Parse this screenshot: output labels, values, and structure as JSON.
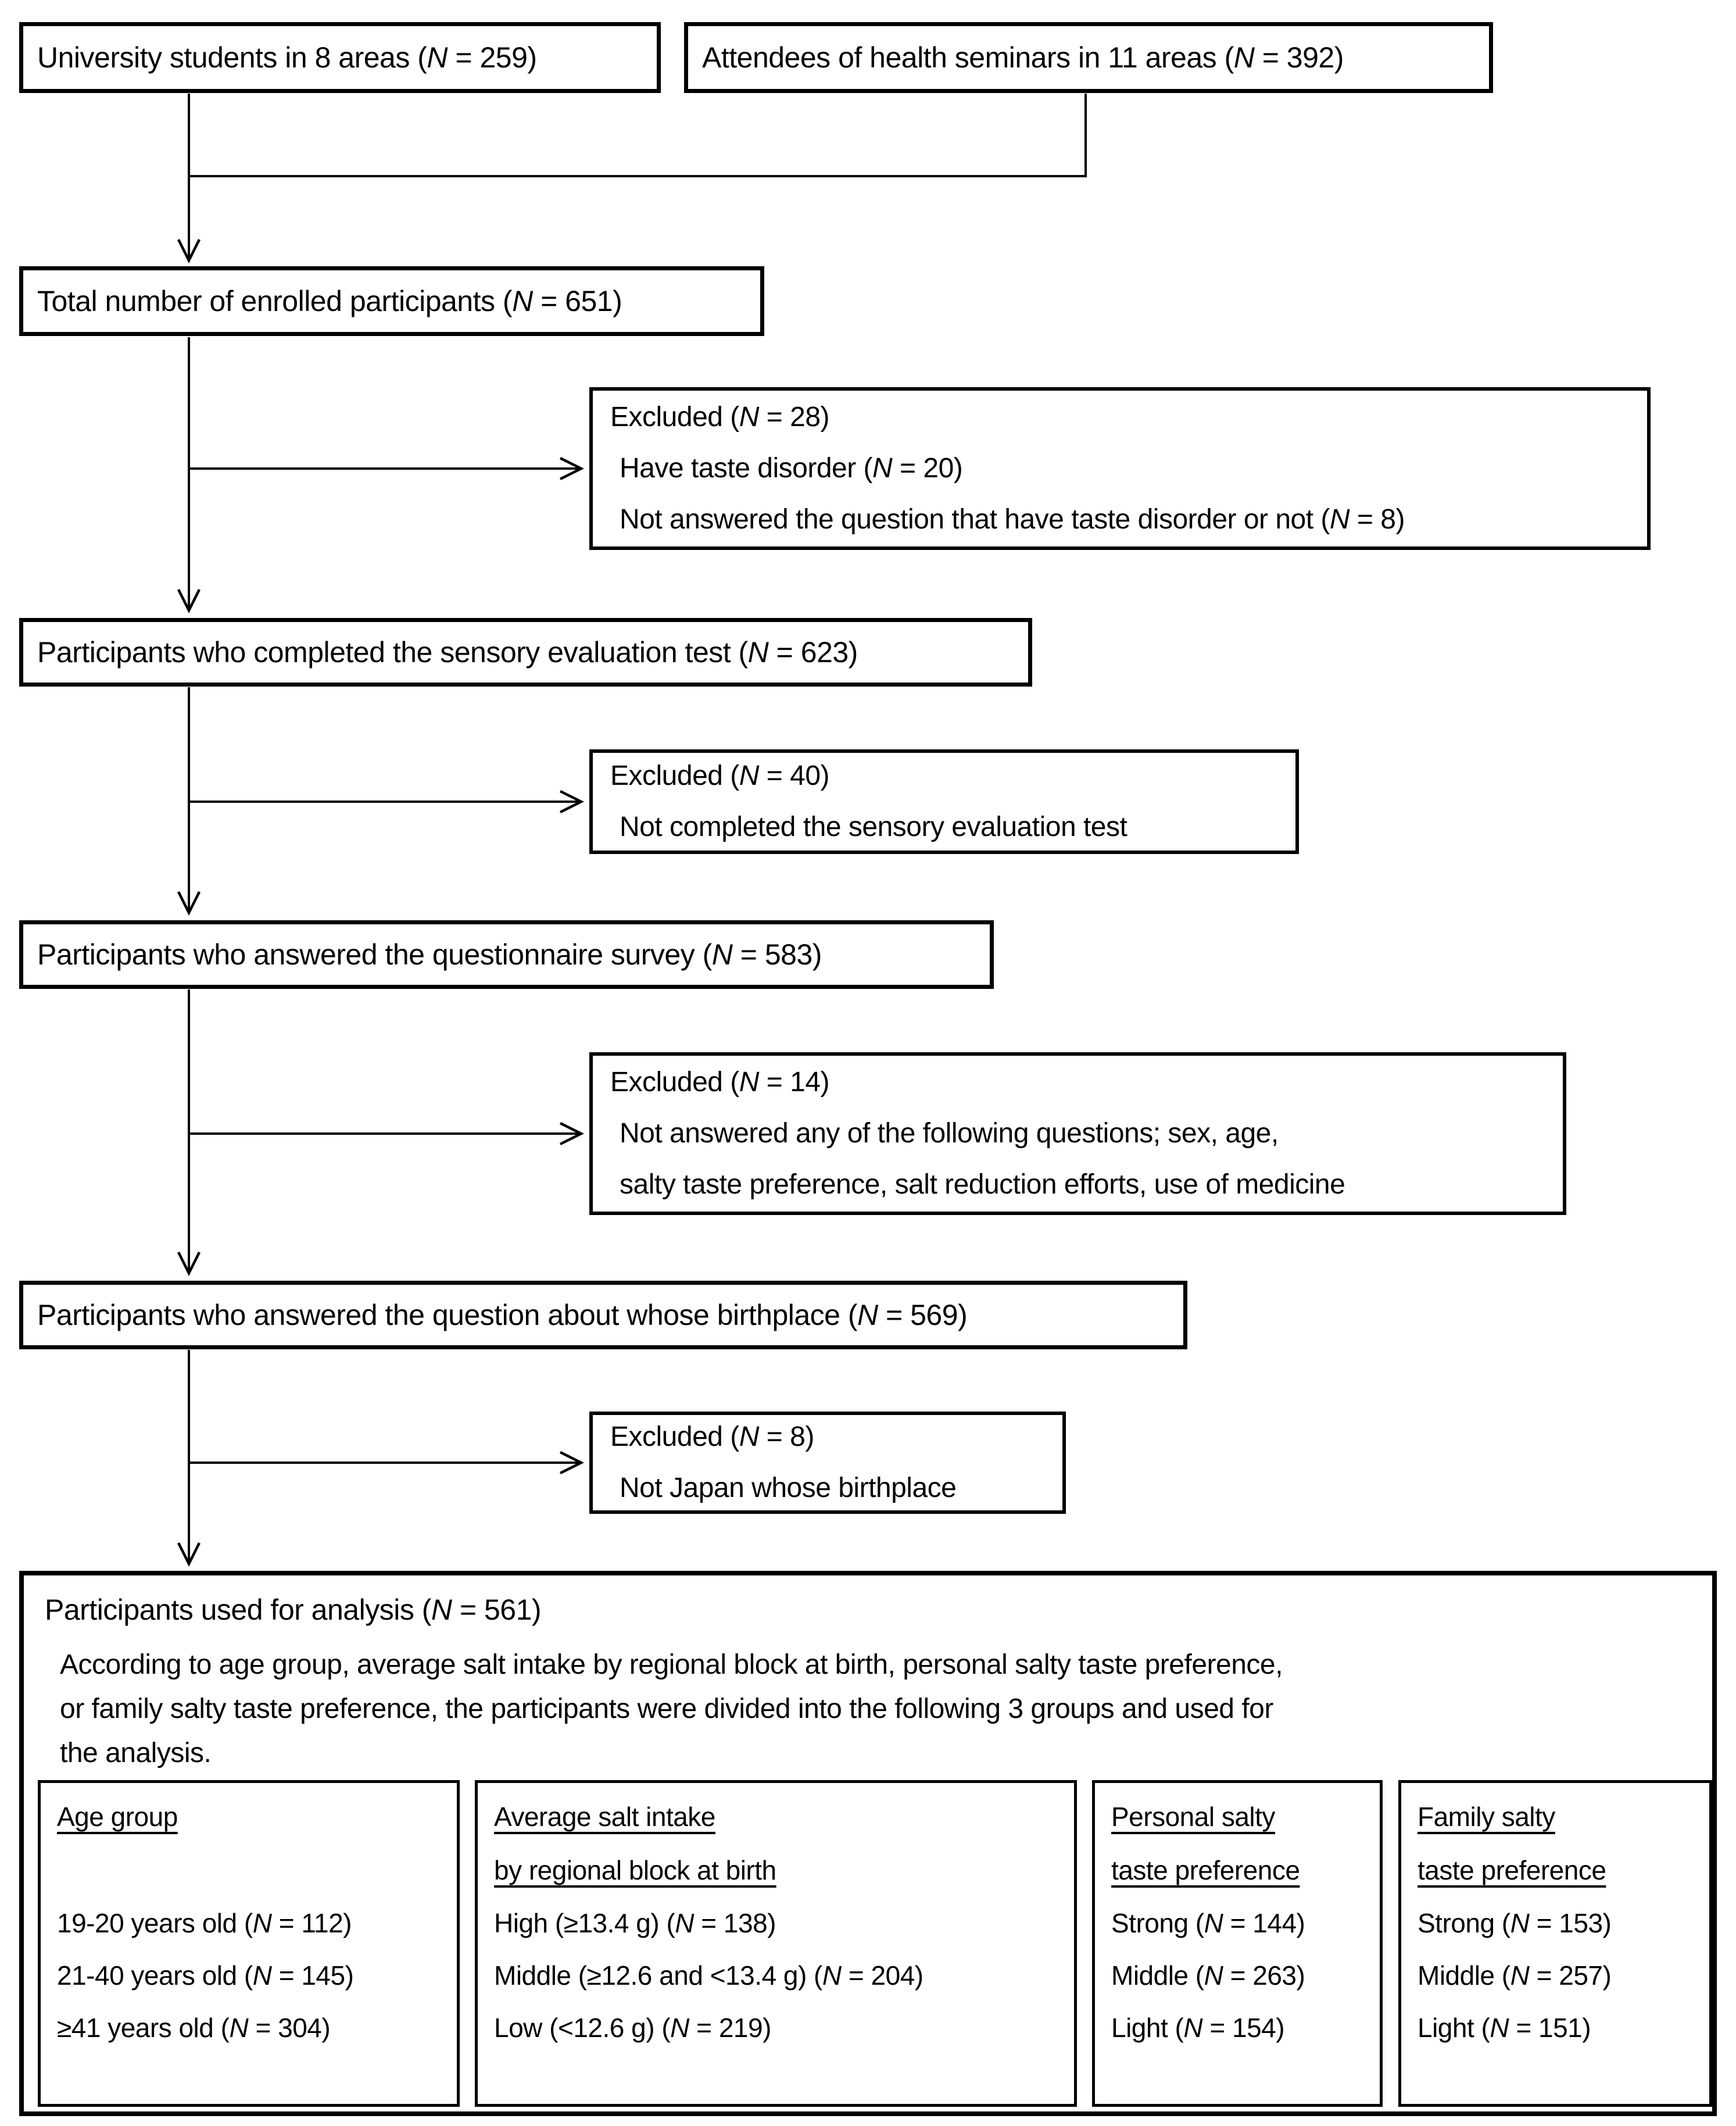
{
  "figure": {
    "type": "participant-flow-diagram",
    "line_color": "#000000",
    "background": "#ffffff"
  },
  "nodes": {
    "source_university": "University students in 8 areas (N = 259)",
    "source_seminars": "Attendees of health seminars in 11 areas (N = 392)",
    "enrolled": "Total number of enrolled participants (N = 651)",
    "sensory": "Participants who completed the sensory evaluation test (N = 623)",
    "questionnaire": "Participants who answered the questionnaire survey (N = 583)",
    "birthplace": "Participants who answered the question about whose birthplace (N = 569)",
    "excluded1": {
      "title": "Excluded (N = 28)",
      "lines": [
        "Have taste disorder (N = 20)",
        "Not answered the question that have taste disorder or not (N = 8)"
      ]
    },
    "excluded2": {
      "title": "Excluded (N = 40)",
      "lines": [
        "Not completed the sensory evaluation test"
      ]
    },
    "excluded3": {
      "title": "Excluded (N = 14)",
      "lines": [
        "Not answered any of the following questions; sex, age,",
        "salty taste preference, salt reduction efforts, use of medicine"
      ]
    },
    "excluded4": {
      "title": "Excluded (N = 8)",
      "lines": [
        "Not Japan whose birthplace"
      ]
    },
    "analysis": {
      "title": "Participants used for analysis (N = 561)",
      "description": [
        "According to age group, average salt intake by regional block at birth, personal salty taste preference,",
        "or family salty taste preference, the participants were divided into the following 3 groups and used for",
        "the analysis."
      ],
      "groups": [
        {
          "heading": [
            "Age group",
            ""
          ],
          "items": [
            "19-20 years old (N = 112)",
            "21-40 years old (N = 145)",
            "≥41 years old (N = 304)"
          ]
        },
        {
          "heading": [
            "Average salt intake",
            "by regional block at birth"
          ],
          "items": [
            "High (≥13.4 g) (N = 138)",
            "Middle (≥12.6 and <13.4 g) (N = 204)",
            "Low (<12.6 g) (N = 219)"
          ]
        },
        {
          "heading": [
            "Personal salty",
            "taste preference"
          ],
          "items": [
            "Strong (N = 144)",
            "Middle (N = 263)",
            "Light (N = 154)"
          ]
        },
        {
          "heading": [
            "Family salty",
            "taste preference"
          ],
          "items": [
            "Strong (N = 153)",
            "Middle (N = 257)",
            "Light (N = 151)"
          ]
        }
      ]
    }
  }
}
